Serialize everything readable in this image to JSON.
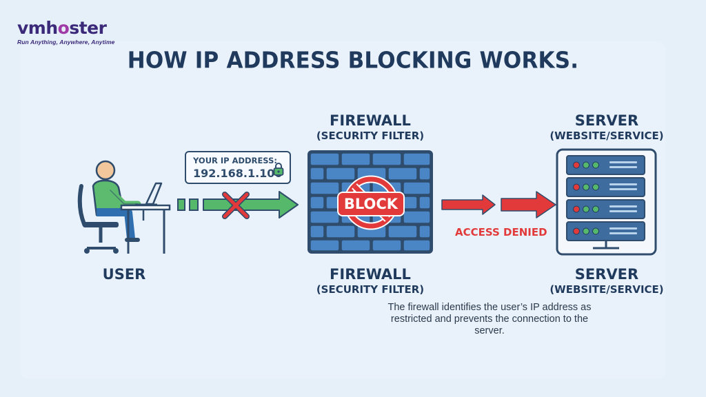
{
  "brand": {
    "name_part1": "vmh",
    "name_o": "o",
    "name_part2": "ster",
    "tagline": "Run Anything, Anywhere, Anytime"
  },
  "title": "HOW IP ADDRESS BLOCKING WORKS.",
  "user": {
    "label": "USER"
  },
  "ip_box": {
    "label": "YOUR IP ADDRESS:",
    "value": "192.168.1.100"
  },
  "firewall": {
    "label_top": "FIREWALL",
    "sub_top": "(SECURITY FILTER)",
    "label_bottom": "FIREWALL",
    "sub_bottom": "(SECURITY FILTER)",
    "badge": "BLOCK"
  },
  "server": {
    "label_top": "SERVER",
    "sub_top": "(WEBSITE/SERVICE)",
    "label_bottom": "SERVER",
    "sub_bottom": "(WEBSITE/SERVICE)"
  },
  "access_denied": "ACCESS DENIED",
  "description": "The firewall identifies the user’s IP address as restricted and prevents the connection to the server.",
  "colors": {
    "navy": "#1f3a5c",
    "brick": "#4a86c5",
    "red": "#e23a3a",
    "green": "#55b86a"
  }
}
